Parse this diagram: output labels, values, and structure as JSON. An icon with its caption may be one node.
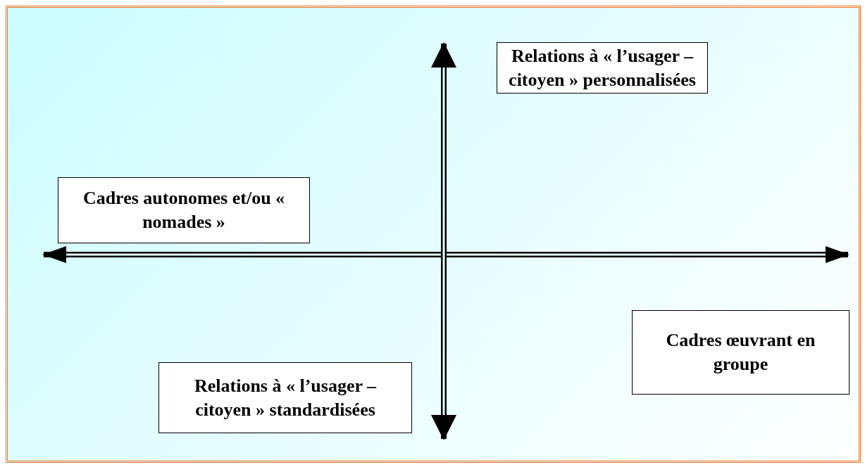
{
  "diagram": {
    "nodes": [
      {
        "text": [
          "Relations à « l’usager – citoyen » personnalisées"
        ]
      },
      {
        "text": [
          "Cadres autonomes et/ou « nomades »"
        ]
      },
      {
        "text": [
          "Cadres œuvrant en groupe"
        ]
      },
      {
        "text": [
          "Relations à « l’usager – citoyen » standardisées"
        ]
      }
    ]
  }
}
